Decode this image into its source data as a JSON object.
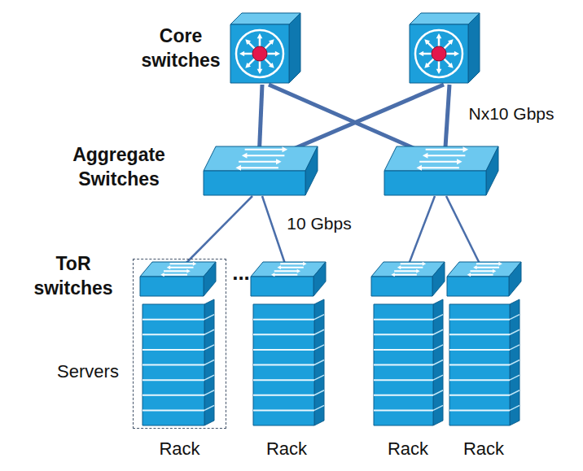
{
  "diagram": {
    "nodes": [
      {
        "text": [
          "Rack"
        ]
      },
      {
        "text": [
          "Rack"
        ]
      },
      {
        "text": [
          "Rack"
        ]
      },
      {
        "text": [
          "Rack"
        ]
      }
    ],
    "labels": [
      "Core switches",
      "Nx10 Gbps",
      "Aggregate Switches",
      "10 Gbps",
      "ToR switches",
      "...",
      "Servers"
    ]
  }
}
